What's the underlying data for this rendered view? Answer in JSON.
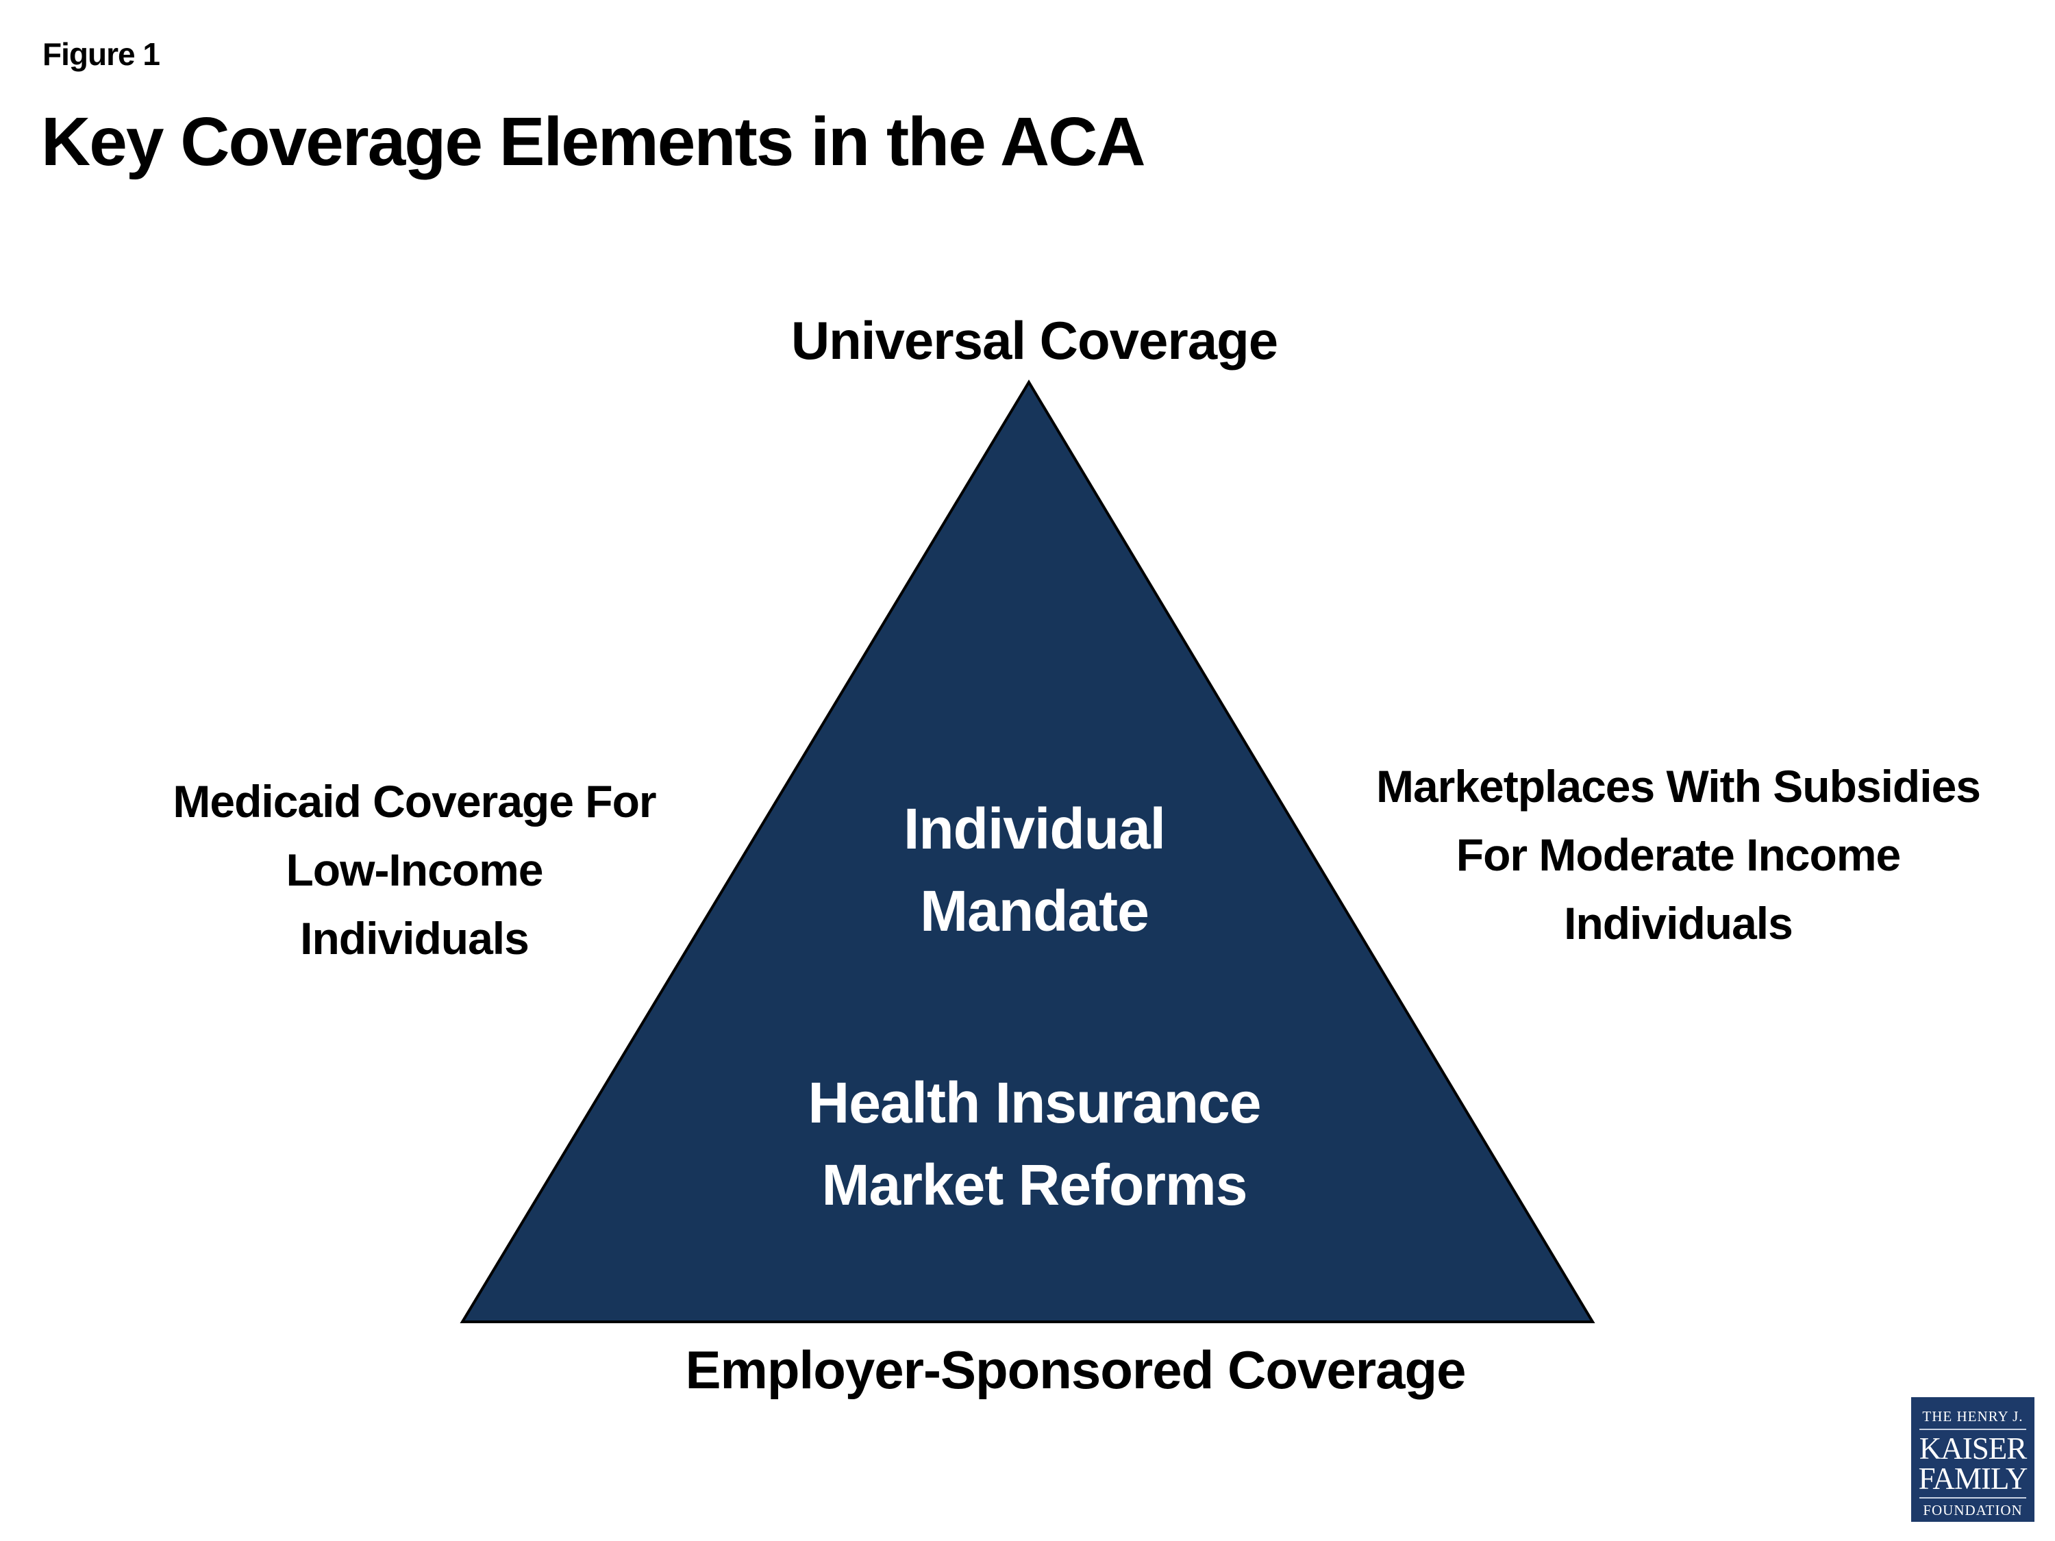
{
  "figure_label": "Figure 1",
  "title": "Key Coverage Elements in the ACA",
  "diagram": {
    "shape": "triangle",
    "fill_color": "#17355a",
    "outline_color": "#000000",
    "vertices": {
      "top": "Universal Coverage",
      "bottom": "Employer-Sponsored Coverage"
    },
    "sides": {
      "left": [
        "Medicaid Coverage For",
        "Low-Income",
        "Individuals"
      ],
      "right": [
        "Marketplaces With Subsidies",
        "For Moderate Income",
        "Individuals"
      ]
    },
    "inner": {
      "upper": [
        "Individual",
        "Mandate"
      ],
      "lower": [
        "Health Insurance",
        "Market Reforms"
      ]
    }
  },
  "logo": {
    "line1": "THE HENRY J.",
    "line2": "KAISER",
    "line3": "FAMILY",
    "line4": "FOUNDATION",
    "color": "#1d3a69"
  }
}
